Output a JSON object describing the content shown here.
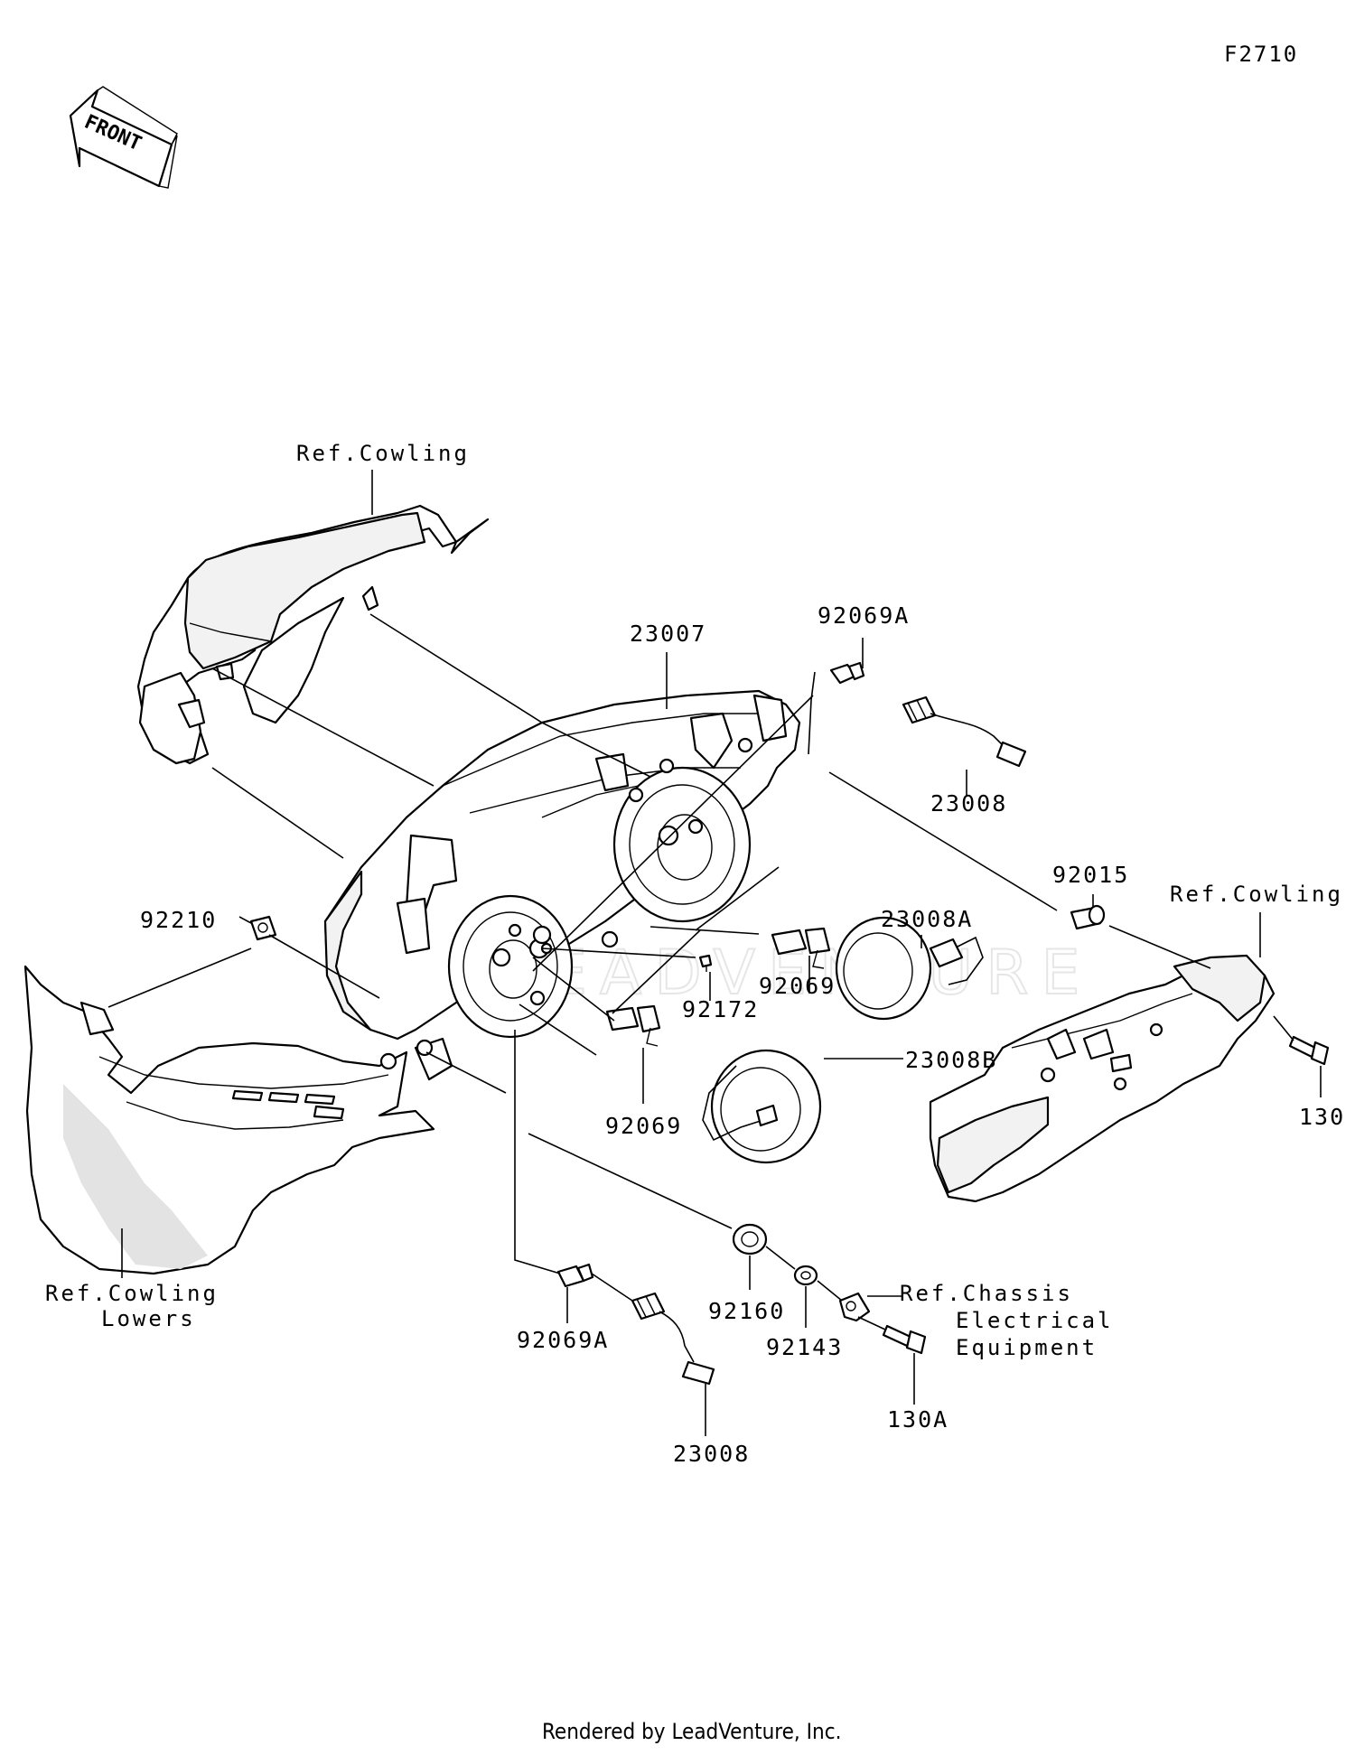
{
  "diagram_code": "F2710",
  "front_arrow_label": "FRONT",
  "watermark": "LEADVENTURE",
  "footer": "Rendered by LeadVenture, Inc.",
  "references": {
    "cowling_top": "Ref.Cowling",
    "cowling_right": "Ref.Cowling",
    "cowling_lowers": [
      "Ref.Cowling",
      "Lowers"
    ],
    "chassis_electrical": [
      "Ref.Chassis",
      "Electrical",
      "Equipment"
    ]
  },
  "parts": [
    {
      "id": "p-23007",
      "label": "23007"
    },
    {
      "id": "p-92069a-top",
      "label": "92069A"
    },
    {
      "id": "p-23008-top",
      "label": "23008"
    },
    {
      "id": "p-23008a",
      "label": "23008A"
    },
    {
      "id": "p-92015",
      "label": "92015"
    },
    {
      "id": "p-92210",
      "label": "92210"
    },
    {
      "id": "p-92069-right",
      "label": "92069"
    },
    {
      "id": "p-92172",
      "label": "92172"
    },
    {
      "id": "p-23008b",
      "label": "23008B"
    },
    {
      "id": "p-92069-left",
      "label": "92069"
    },
    {
      "id": "p-130",
      "label": "130"
    },
    {
      "id": "p-92160",
      "label": "92160"
    },
    {
      "id": "p-92143",
      "label": "92143"
    },
    {
      "id": "p-130a",
      "label": "130A"
    },
    {
      "id": "p-92069a-bottom",
      "label": "92069A"
    },
    {
      "id": "p-23008-bottom",
      "label": "23008"
    }
  ]
}
